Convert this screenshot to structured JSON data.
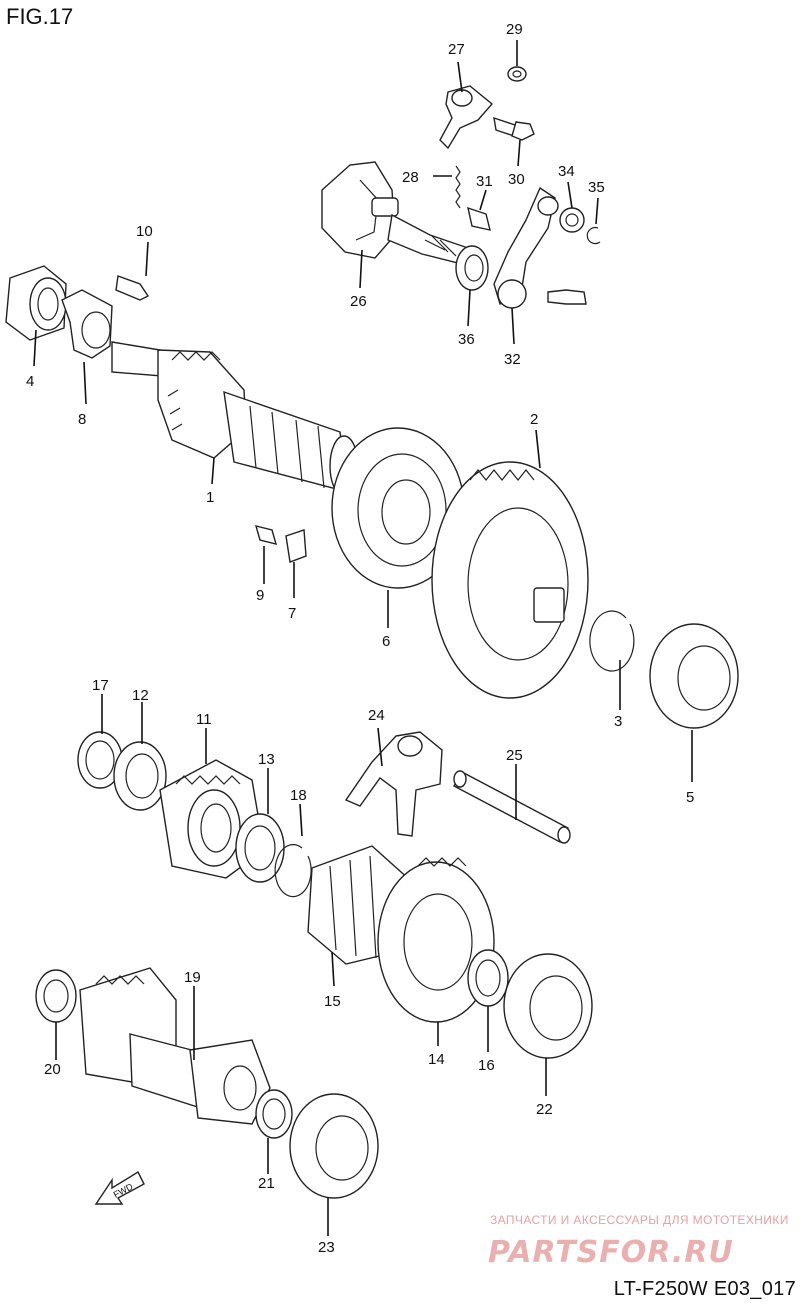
{
  "figure": {
    "title": "FIG.17",
    "code": "LT-F250W E03_017"
  },
  "watermark": {
    "caption": "ЗАПЧАСТИ И АКСЕССУАРЫ ДЛЯ МОТОТЕХНИКИ",
    "logo": "PARTSFOR.RU",
    "color": "#e7a2a2"
  },
  "fwd_arrow": {
    "text": "FWD"
  },
  "parts": [
    {
      "num": "1"
    },
    {
      "num": "2"
    },
    {
      "num": "3"
    },
    {
      "num": "4"
    },
    {
      "num": "5"
    },
    {
      "num": "6"
    },
    {
      "num": "7"
    },
    {
      "num": "8"
    },
    {
      "num": "9"
    },
    {
      "num": "10"
    },
    {
      "num": "11"
    },
    {
      "num": "12"
    },
    {
      "num": "13"
    },
    {
      "num": "14"
    },
    {
      "num": "15"
    },
    {
      "num": "16"
    },
    {
      "num": "17"
    },
    {
      "num": "18"
    },
    {
      "num": "19"
    },
    {
      "num": "20"
    },
    {
      "num": "21"
    },
    {
      "num": "22"
    },
    {
      "num": "23"
    },
    {
      "num": "24"
    },
    {
      "num": "25"
    },
    {
      "num": "26"
    },
    {
      "num": "27"
    },
    {
      "num": "28"
    },
    {
      "num": "29"
    },
    {
      "num": "30"
    },
    {
      "num": "31"
    },
    {
      "num": "32"
    },
    {
      "num": "34"
    },
    {
      "num": "35"
    },
    {
      "num": "36"
    }
  ]
}
